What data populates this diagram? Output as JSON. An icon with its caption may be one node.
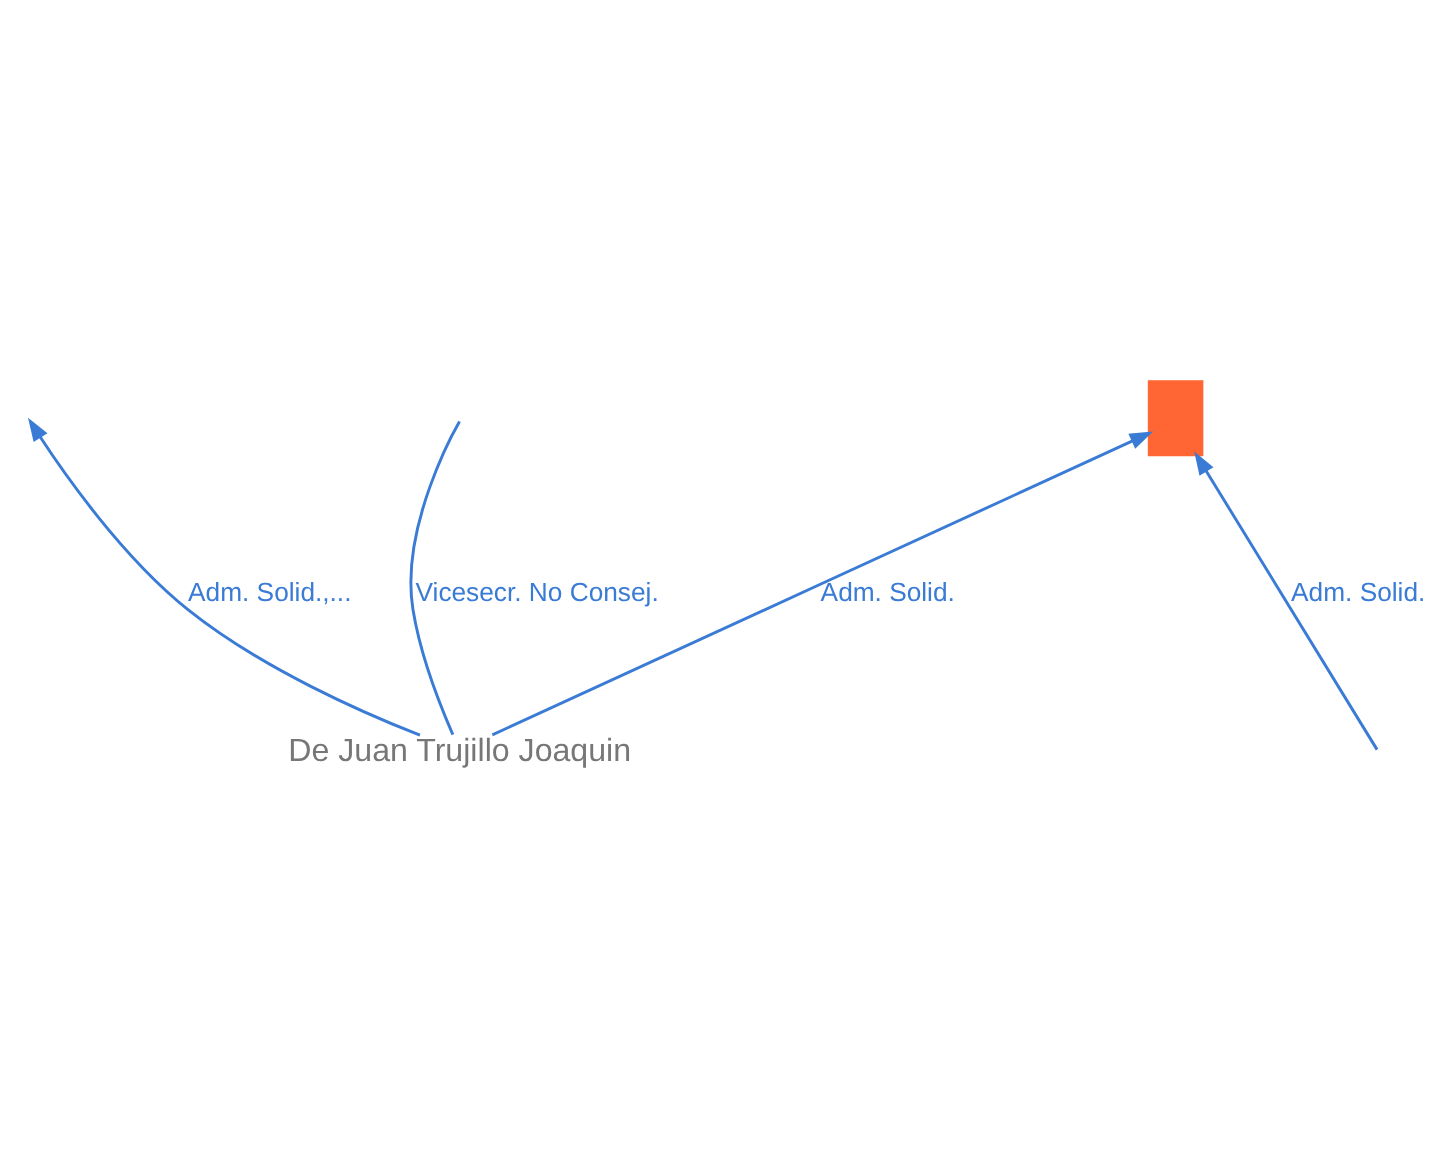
{
  "diagram": {
    "nodes": [
      {
        "text": [],
        "shape": "building"
      },
      {
        "text": [
          "De Juan Trujillo Joaquin"
        ]
      }
    ],
    "edges": [
      {
        "from": 1,
        "to": 0,
        "arrow": "to",
        "label": "Adm. Solid."
      },
      {
        "from": 1,
        "to": null,
        "arrow": "to",
        "label": "Adm. Solid.,..."
      },
      {
        "from": null,
        "to": 0,
        "arrow": "to",
        "label": "Adm. Solid."
      },
      {
        "from": 1,
        "to": null,
        "arrow": "none",
        "label": "Vicesecr. No Consej."
      }
    ]
  }
}
